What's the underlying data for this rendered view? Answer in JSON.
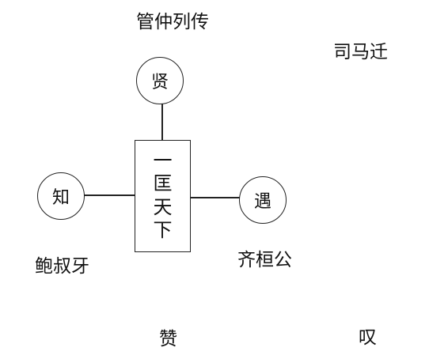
{
  "title": "管仲列传",
  "author": "司马迁",
  "top_node": "贤",
  "left_node": "知",
  "right_node": "遇",
  "center_chars": [
    "一",
    "匡",
    "天",
    "下"
  ],
  "left_caption": "鲍叔牙",
  "right_caption": "齐桓公",
  "bottom_left": "赞",
  "bottom_right": "叹"
}
